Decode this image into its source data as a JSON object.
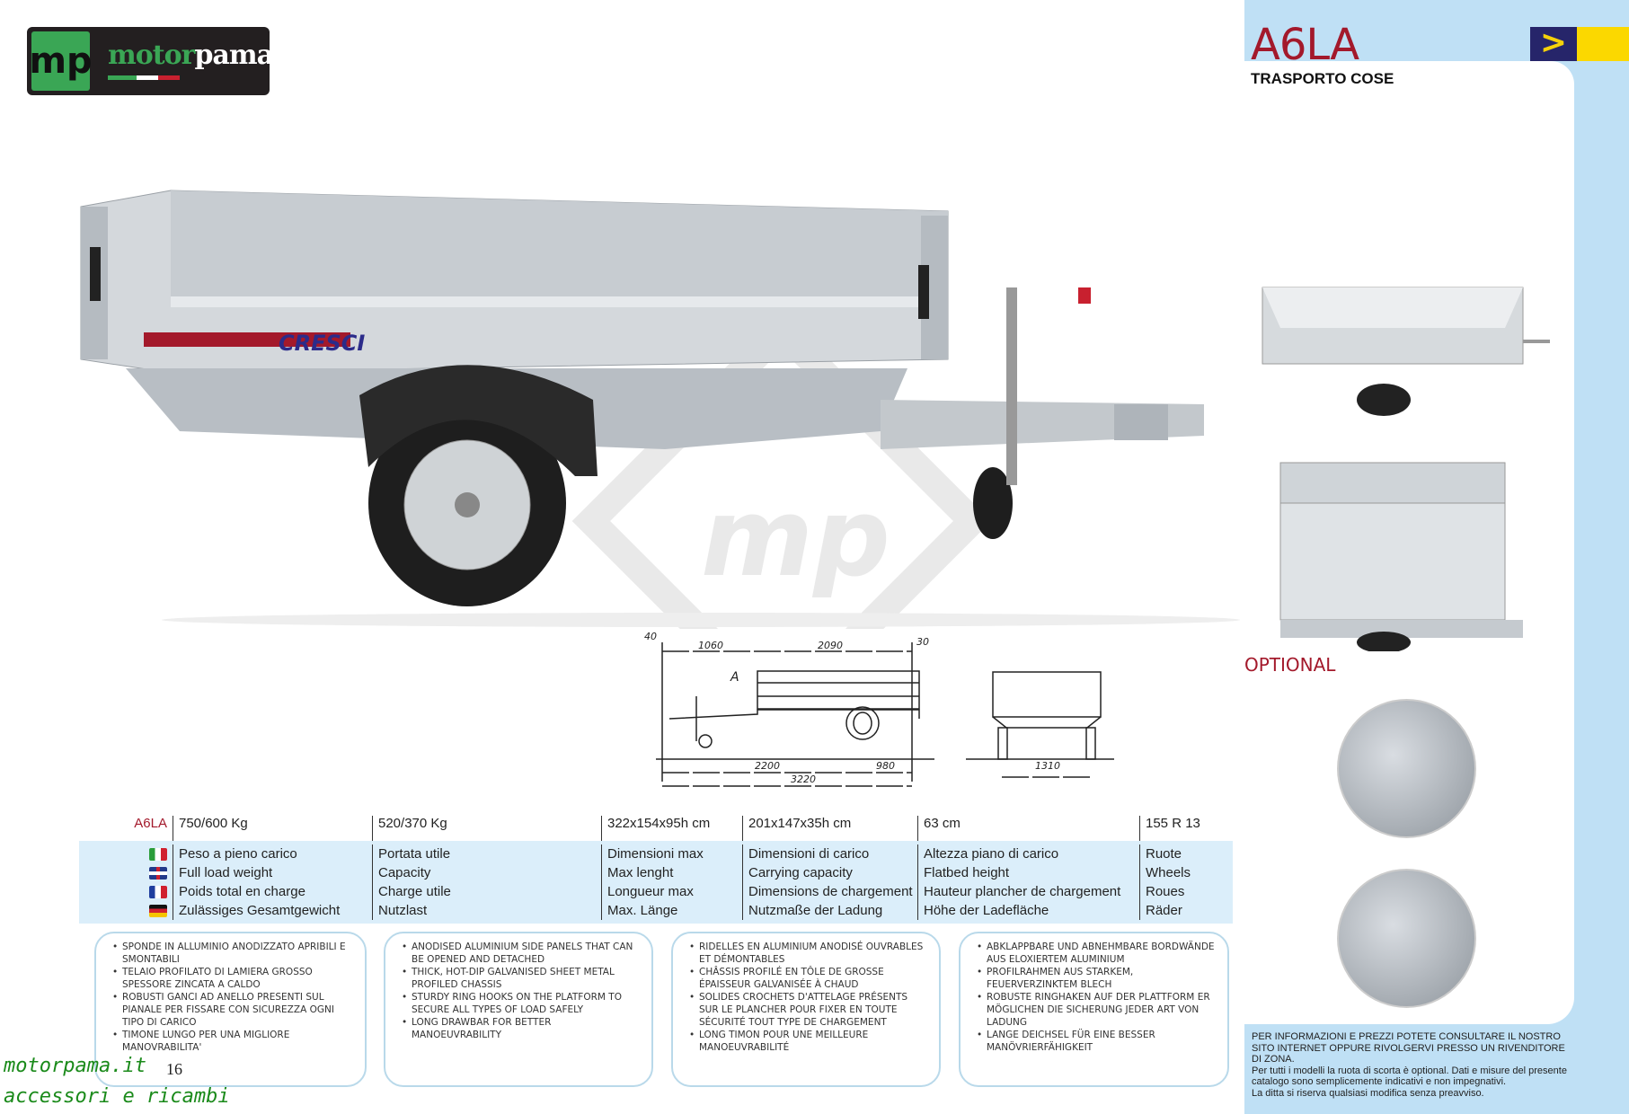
{
  "logo": {
    "text": "motorpama",
    "part1": "motor",
    "part2": "pama",
    "mark": "mp"
  },
  "header": {
    "model": "A6LA",
    "subtitle": "TRASPORTO COSE"
  },
  "colors": {
    "accent": "#a3192b",
    "sidebar": "#bfe0f5",
    "navy": "#26256a",
    "yellow": "#fbd800",
    "table_bg": "#dbeefa"
  },
  "optional_label": "OPTIONAL",
  "photo_brand": "CRESCI",
  "watermark": "motorpama.it",
  "diagram": {
    "labels": [
      "40",
      "1060",
      "2090",
      "30",
      "A",
      "2200",
      "980",
      "3220",
      "1310"
    ]
  },
  "specs": {
    "model": "A6LA",
    "values": [
      "750/600 Kg",
      "520/370 Kg",
      "322x154x95h cm",
      "201x147x35h cm",
      "63 cm",
      "155 R 13"
    ],
    "flags": [
      "it",
      "gb",
      "fr",
      "de"
    ],
    "labels": [
      [
        "Peso a pieno carico",
        "Full load weight",
        "Poids total en charge",
        "Zulässiges Gesamtgewicht"
      ],
      [
        "Portata utile",
        "Capacity",
        "Charge utile",
        "Nutzlast"
      ],
      [
        "Dimensioni max",
        "Max lenght",
        "Longueur max",
        "Max. Länge"
      ],
      [
        "Dimensioni di carico",
        "Carrying capacity",
        "Dimensions de chargement",
        "Nutzmaße der Ladung"
      ],
      [
        "Altezza piano di carico",
        "Flatbed height",
        "Hauteur plancher de chargement",
        "Höhe der Ladefläche"
      ],
      [
        "Ruote",
        "Wheels",
        "Roues",
        "Räder"
      ]
    ]
  },
  "features": [
    [
      "SPONDE IN ALLUMINIO ANODIZZATO APRIBILI E SMONTABILI",
      "TELAIO PROFILATO DI LAMIERA  GROSSO SPESSORE ZINCATA  A CALDO",
      "ROBUSTI GANCI AD ANELLO PRESENTI SUL PIANALE PER FISSARE CON SICUREZZA OGNI TIPO DI CARICO",
      "TIMONE LUNGO PER UNA MIGLIORE MANOVRABILITA'"
    ],
    [
      "ANODISED ALUMINIUM SIDE PANELS THAT CAN BE OPENED AND DETACHED",
      "THICK, HOT-DIP GALVANISED SHEET METAL PROFILED CHASSIS",
      "STURDY RING HOOKS ON THE PLATFORM TO SECURE ALL TYPES OF LOAD SAFELY",
      "LONG DRAWBAR FOR BETTER MANOEUVRABILITY"
    ],
    [
      "RIDELLES EN ALUMINIUM ANODISÉ OUVRABLES ET DÉMONTABLES",
      "CHÂSSIS PROFILÉ EN TÔLE DE GROSSE ÉPAISSEUR GALVANISÉE À CHAUD",
      "SOLIDES CROCHETS D'ATTELAGE PRÉSENTS SUR LE PLANCHER POUR FIXER EN TOUTE SÉCURITÉ TOUT TYPE DE CHARGEMENT",
      "LONG TIMON POUR UNE MEILLEURE MANOEUVRABILITÉ"
    ],
    [
      "ABKLAPPBARE UND ABNEHMBARE BORDWÄNDE AUS ELOXIERTEM ALUMINIUM",
      "PROFILRAHMEN AUS STARKEM, FEUERVERZINKTEM BLECH",
      "ROBUSTE RINGHAKEN AUF DER PLATTFORM ER MÖGLICHEN DIE SICHERUNG JEDER ART VON LADUNG",
      "LANGE DEICHSEL FÜR EINE BESSER MANÖVRIERFÄHIGKEIT"
    ]
  ],
  "footnote": [
    "PER INFORMAZIONI E PREZZI POTETE CONSULTARE IL NOSTRO SITO INTERNET OPPURE RIVOLGERVI PRESSO UN RIVENDITORE DI ZONA.",
    "Per tutti i modelli la ruota di scorta è optional. Dati e misure del presente catalogo sono semplicemente indicativi e non impegnativi.",
    "La ditta si riserva qualsiasi modifica senza preavviso."
  ],
  "page_number": "16",
  "site_watermark": {
    "line1": "motorpama.it",
    "line2": "accessori e ricambi"
  }
}
